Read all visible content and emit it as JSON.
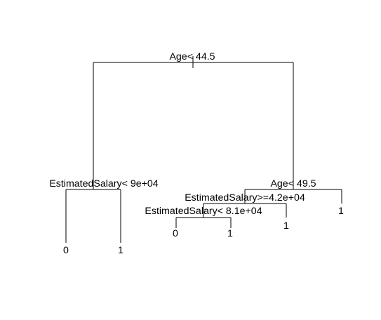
{
  "tree": {
    "edge_color": "#000000",
    "background_color": "#ffffff",
    "root_split": "Age< 44.5",
    "left_split": "EstimatedSalary< 9e+04",
    "right_split": "Age< 49.5",
    "mid_split": "EstimatedSalary>=4.2e+04",
    "lower_split": "EstimatedSalary< 8.1e+04",
    "leaves": {
      "left_left": "0",
      "left_right": "1",
      "lower_left": "0",
      "lower_right": "1",
      "mid_right": "1",
      "right_right": "1"
    }
  }
}
